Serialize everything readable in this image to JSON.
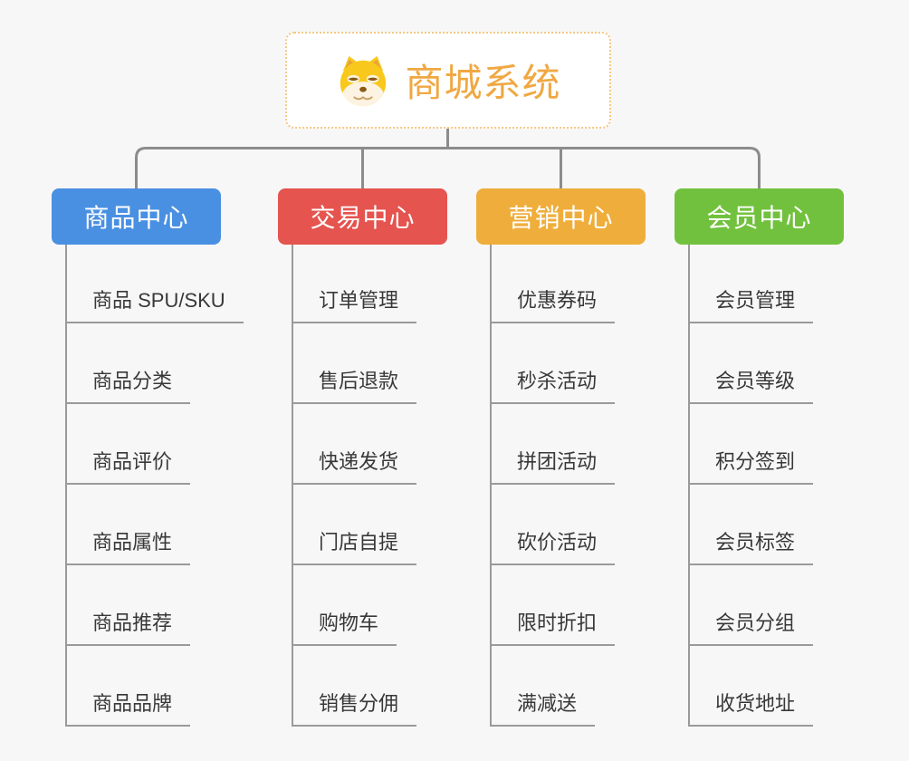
{
  "root": {
    "title": "商城系统",
    "icon": "doge-icon"
  },
  "branches": [
    {
      "label": "商品中心",
      "color": "#4a90e2",
      "items": [
        "商品 SPU/SKU",
        "商品分类",
        "商品评价",
        "商品属性",
        "商品推荐",
        "商品品牌"
      ]
    },
    {
      "label": "交易中心",
      "color": "#e5544f",
      "items": [
        "订单管理",
        "售后退款",
        "快递发货",
        "门店自提",
        "购物车",
        "销售分佣"
      ]
    },
    {
      "label": "营销中心",
      "color": "#efae3c",
      "items": [
        "优惠券码",
        "秒杀活动",
        "拼团活动",
        "砍价活动",
        "限时折扣",
        "满减送"
      ]
    },
    {
      "label": "会员中心",
      "color": "#72c13e",
      "items": [
        "会员管理",
        "会员等级",
        "积分签到",
        "会员标签",
        "会员分组",
        "收货地址"
      ]
    }
  ],
  "colors": {
    "background": "#f7f7f7",
    "connector": "#8c8c8c",
    "leaf_line": "#9a9a9a",
    "leaf_text": "#383838",
    "root_text": "#f0a843",
    "root_border": "#f4c783",
    "doge_yellow": "#f9c81d",
    "doge_cream": "#fdf3e2",
    "doge_brown": "#8a5a16"
  }
}
